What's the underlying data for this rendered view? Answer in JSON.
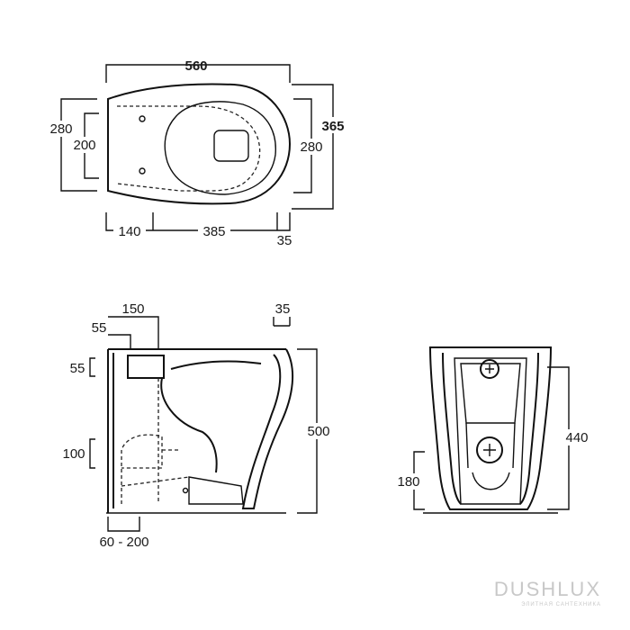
{
  "top_view": {
    "width_overall": "560",
    "height_left_outer": "280",
    "height_left_inner": "200",
    "height_right_outer": "365",
    "height_right_inner": "280",
    "bottom_a": "140",
    "bottom_b": "385",
    "bottom_c": "35"
  },
  "side_view": {
    "top_width": "150",
    "top_offset": "55",
    "rim_offset": "35",
    "left_a": "55",
    "left_b": "100",
    "height": "500",
    "bottom_range": "60 - 200"
  },
  "front_view": {
    "height": "440",
    "inlet_height": "180"
  },
  "watermark": {
    "brand": "DUSHLUX",
    "tagline": "ЭЛИТНАЯ САНТЕХНИКА"
  }
}
